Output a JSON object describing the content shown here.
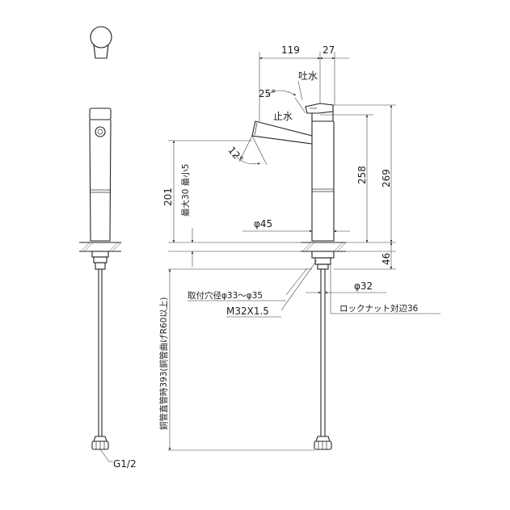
{
  "colors": {
    "line": "#222222",
    "background": "#ffffff"
  },
  "labels": {
    "dim_119": "119",
    "dim_27": "27",
    "outlet": "吐水",
    "angle_25": "25°",
    "stop": "止水",
    "angle_12": "12°",
    "dim_258": "258",
    "dim_269": "269",
    "dim_201": "201",
    "max_min": "最大30 最小5",
    "dia_45": "φ45",
    "dim_46": "46",
    "mount_hole": "取付穴径φ33～φ35",
    "dia_32": "φ32",
    "thread": "M32X1.5",
    "locknut": "ロックナット対辺36",
    "pipe_len": "銅管直管時393(銅管曲げR60以上)",
    "g12": "G1/2"
  }
}
